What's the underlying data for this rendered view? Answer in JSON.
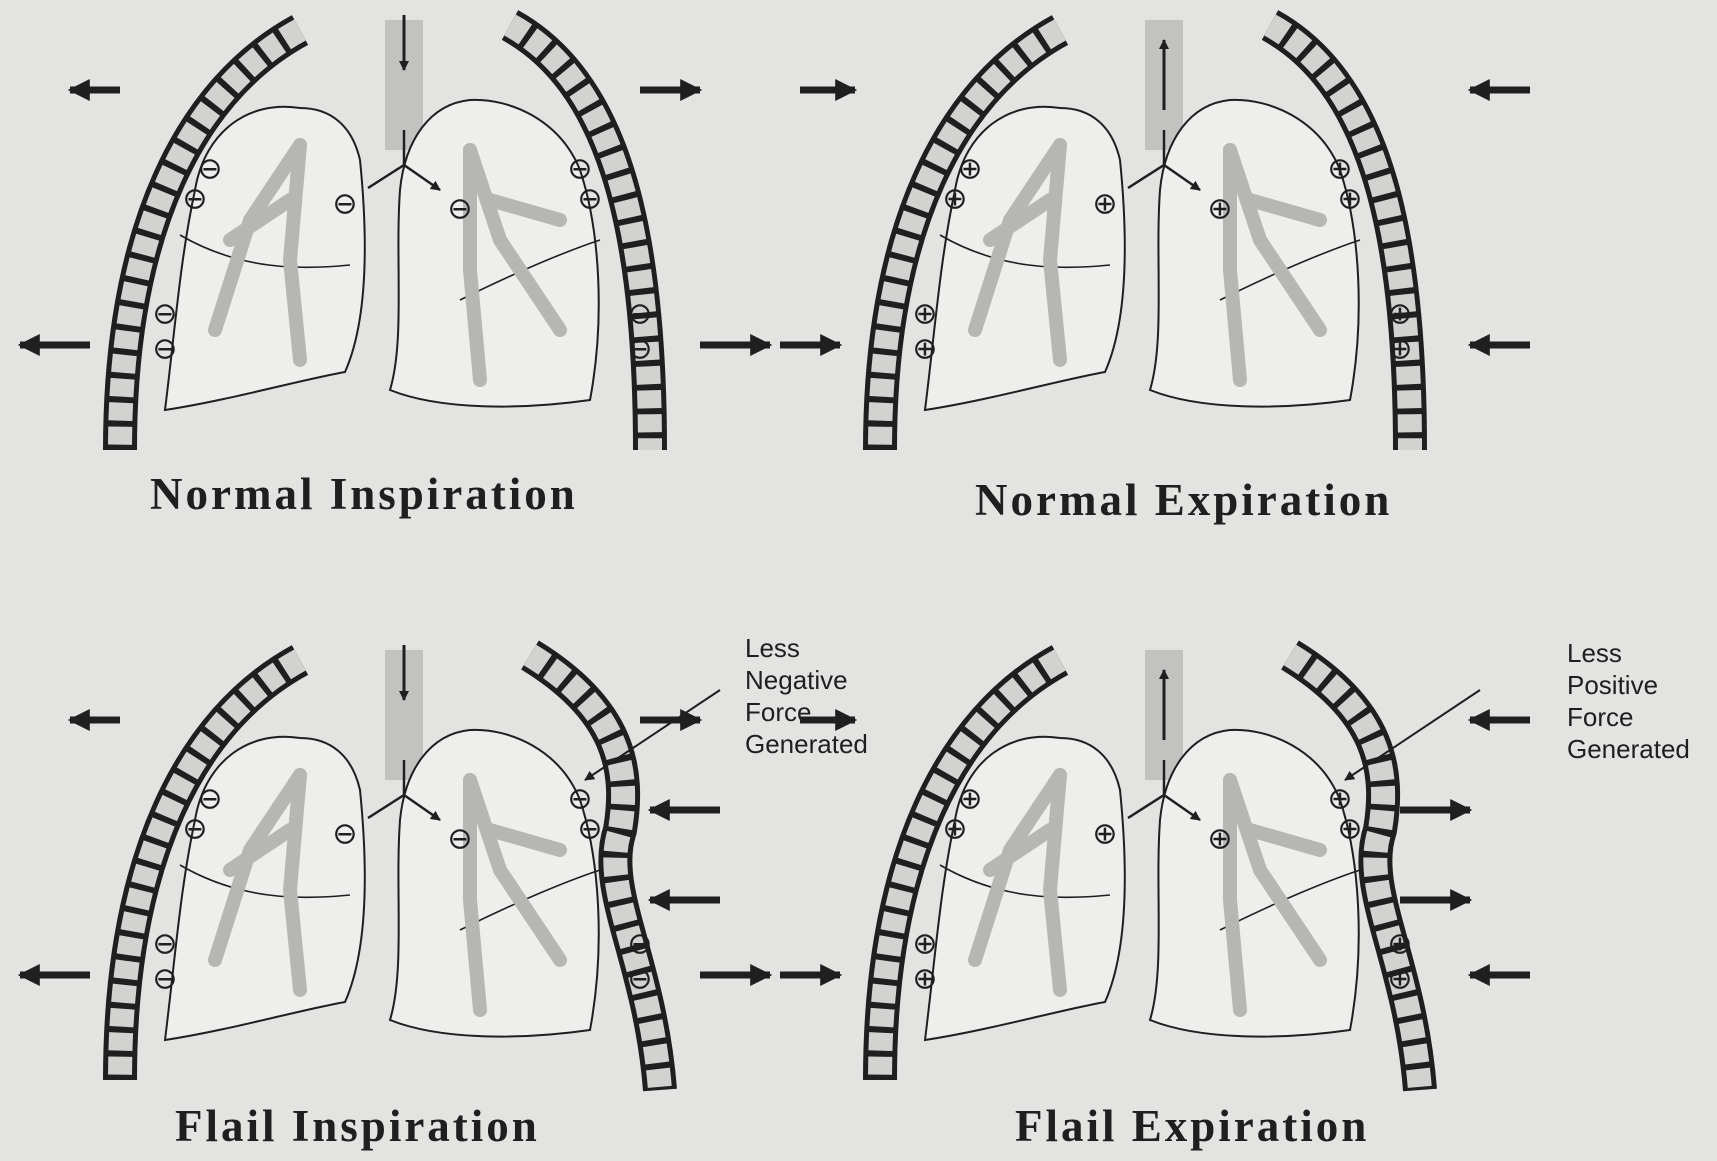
{
  "panels": [
    {
      "id": "normal-inspiration",
      "title": "Normal Inspiration",
      "charge": "negative",
      "flail": false,
      "annotation": []
    },
    {
      "id": "normal-expiration",
      "title": "Normal Expiration",
      "charge": "positive",
      "flail": false,
      "annotation": []
    },
    {
      "id": "flail-inspiration",
      "title": "Flail Inspiration",
      "charge": "negative",
      "flail": true,
      "annotation": [
        "Less",
        "Negative",
        "Force",
        "Generated"
      ]
    },
    {
      "id": "flail-expiration",
      "title": "Flail Expiration",
      "charge": "positive",
      "flail": true,
      "annotation": [
        "Less",
        "Positive",
        "Force",
        "Generated"
      ]
    }
  ],
  "symbols": {
    "negative": "⊖",
    "positive": "⊕"
  },
  "colors": {
    "background": "#e3e3e1",
    "ink": "#1f1f1f",
    "lung_fill": "#eeeeec",
    "airway": "#c2c2c0",
    "bronchi": "#b6b6b4",
    "rib": "#d2d2d0"
  }
}
